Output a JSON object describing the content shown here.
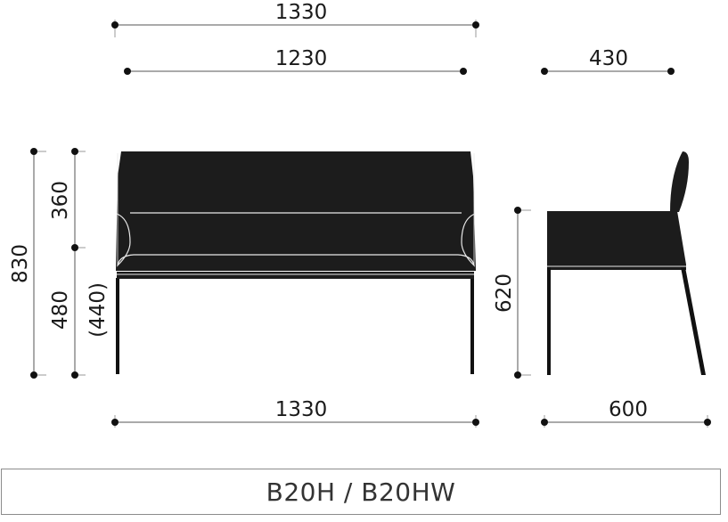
{
  "dimensions": {
    "front_top_outer_width": "1330",
    "front_top_inner_width": "1230",
    "side_top_depth": "430",
    "total_height": "830",
    "back_height": "360",
    "seat_height": "480",
    "seat_height_alt": "(440)",
    "front_bottom_width": "1330",
    "side_arm_height": "620",
    "side_bottom_depth": "600"
  },
  "model": {
    "label": "B20H / B20HW"
  },
  "colors": {
    "upholstery": "#1c1c1c",
    "legs": "#111111",
    "seam": "#e8e8e8"
  }
}
